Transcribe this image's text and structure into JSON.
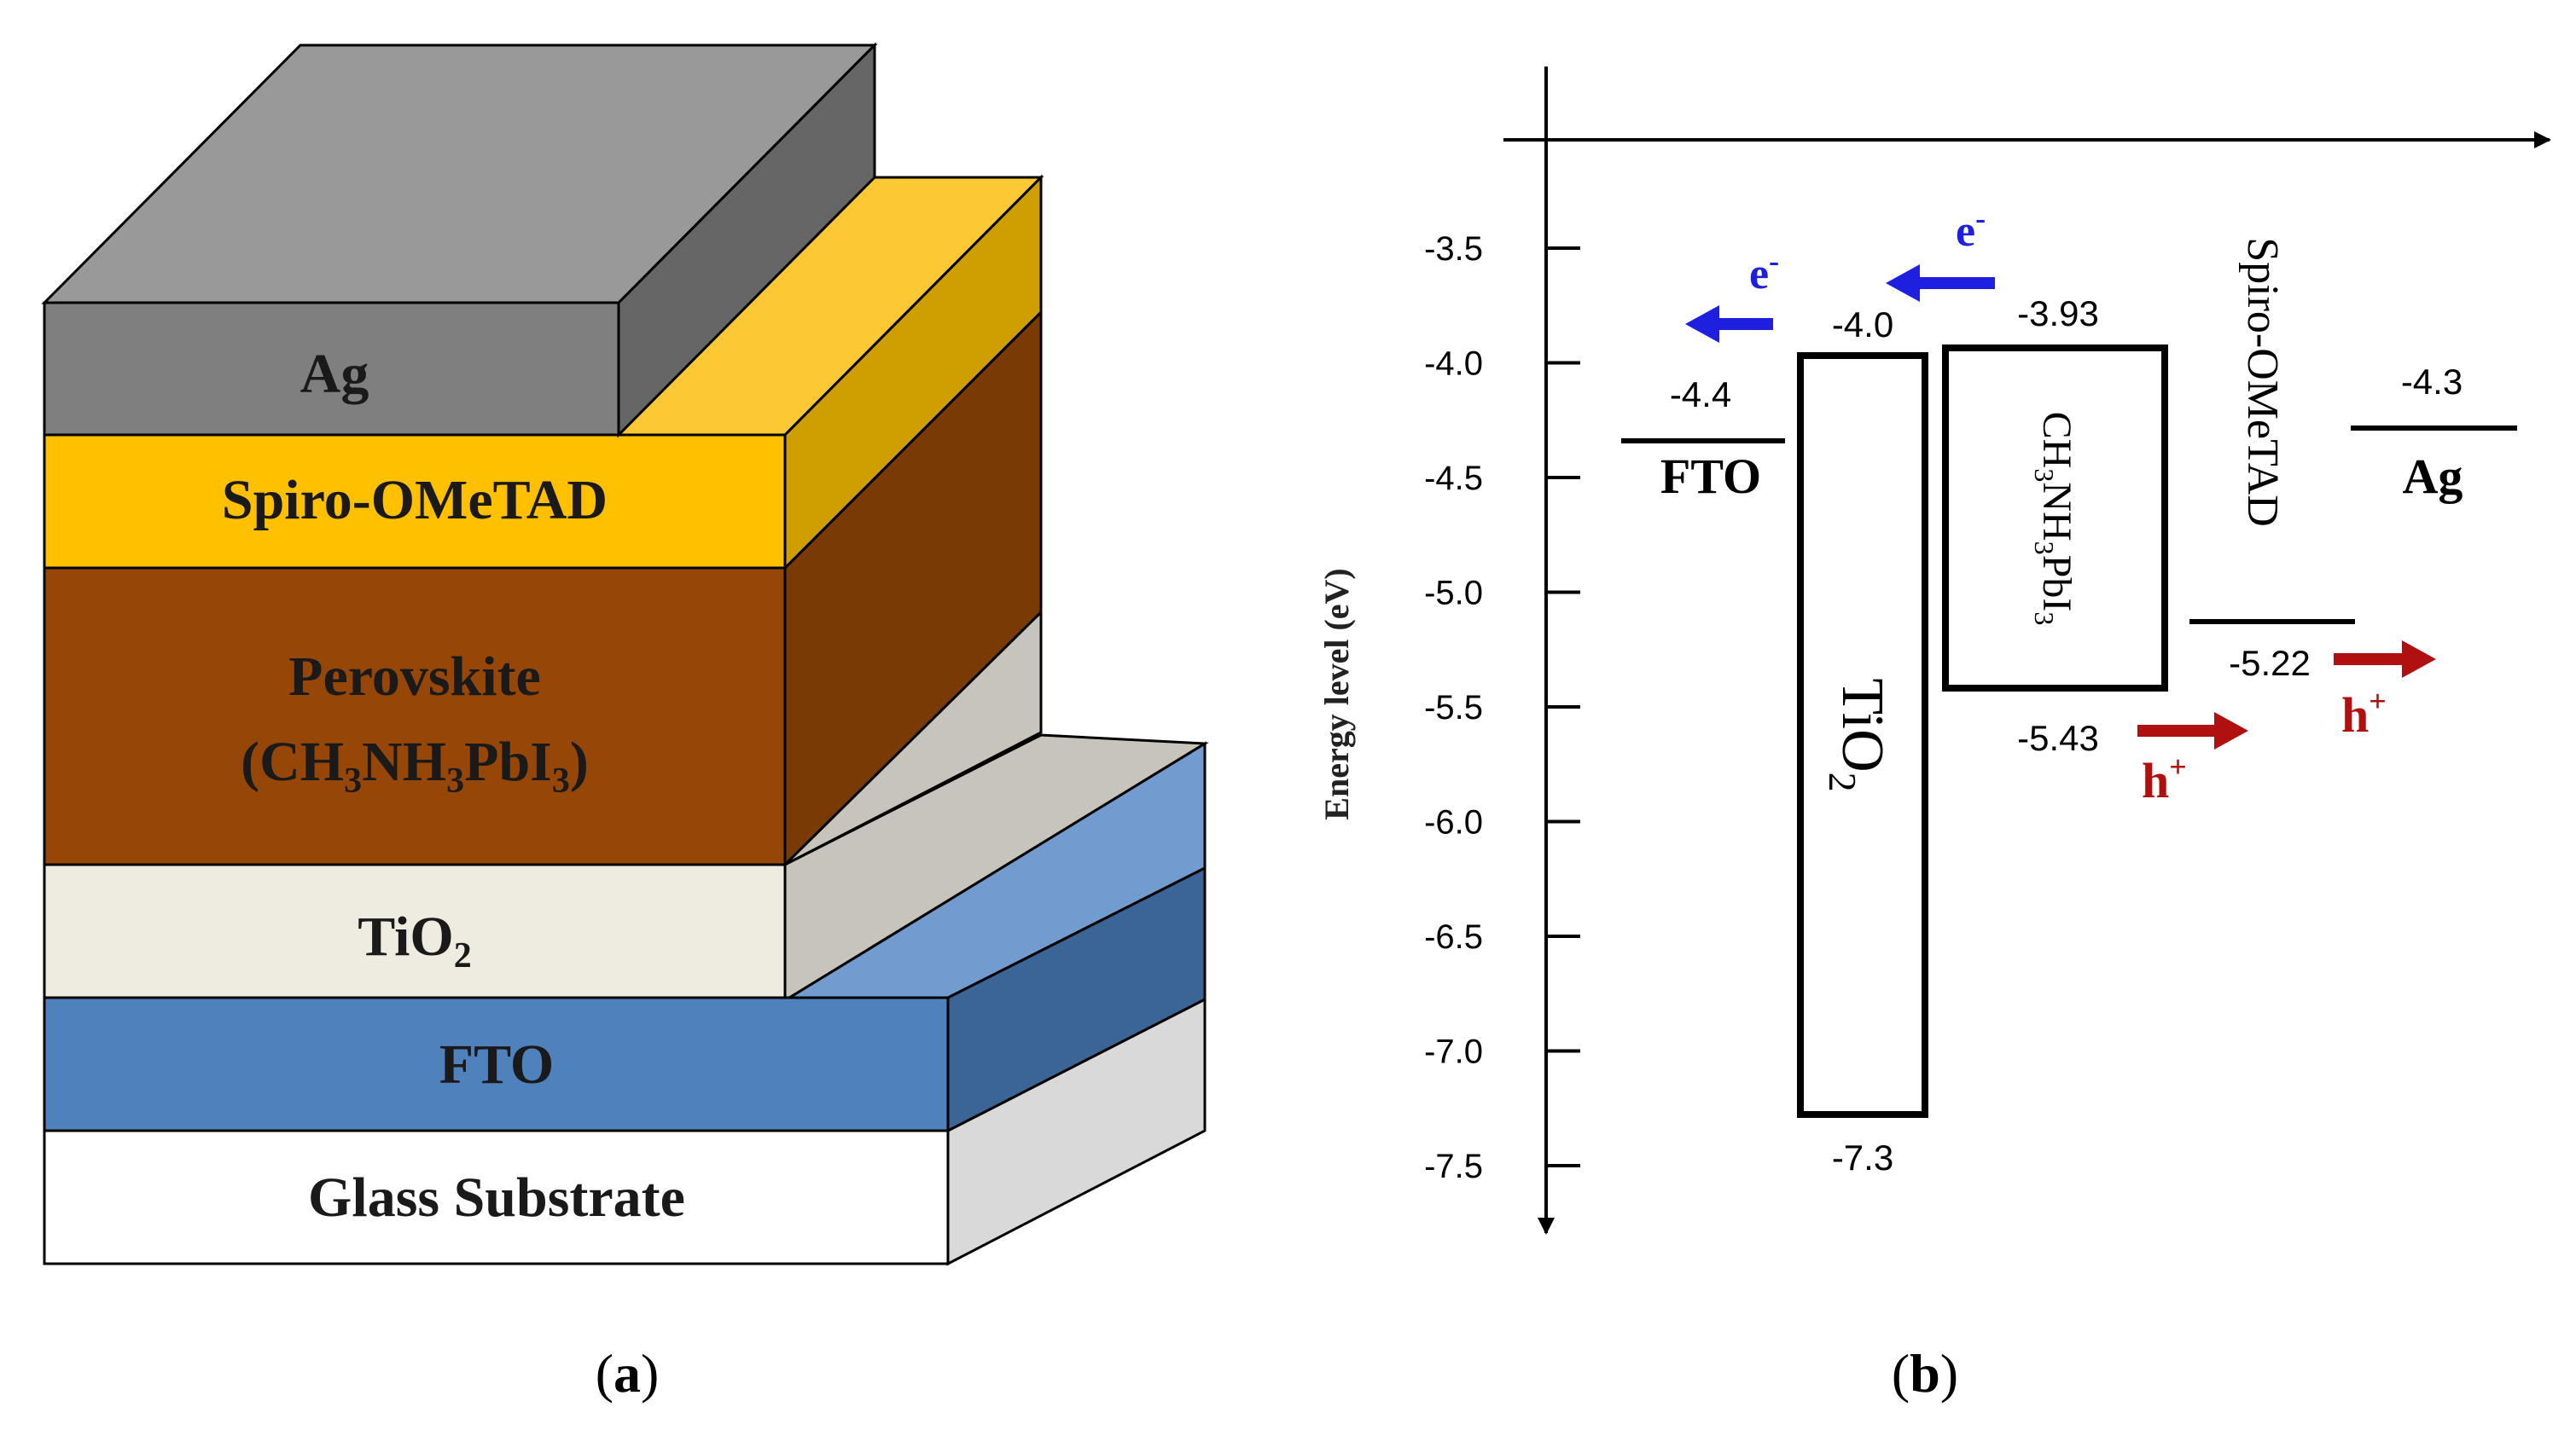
{
  "panel_a": {
    "caption_open": "(",
    "caption_letter": "a",
    "caption_close": ")",
    "layers": {
      "ag": "Ag",
      "spiro": "Spiro-OMeTAD",
      "perovskite_line1": "Perovskite",
      "perovskite_line2": {
        "p1": "(CH",
        "s1": "3",
        "p2": "NH",
        "s2": "3",
        "p3": "PbI",
        "s3": "3",
        "p4": ")"
      },
      "tio2": {
        "base": "TiO",
        "sub": "2"
      },
      "fto": "FTO",
      "glass": "Glass Substrate"
    },
    "colors": {
      "ag_front": "#7f7f7f",
      "ag_top": "#999999",
      "ag_side": "#666666",
      "spiro_front": "#ffc000",
      "spiro_top": "#fcc934",
      "spiro_side": "#cf9e00",
      "perovskite_front": "#964707",
      "perovskite_side": "#7a3a06",
      "tio2_front": "#eeece1",
      "tio2_side": "#c6c4bb",
      "fto_front": "#4f81bd",
      "fto_top": "#729ccf",
      "fto_side": "#3b6596",
      "glass_front": "#ffffff",
      "glass_side": "#d9d9d9"
    }
  },
  "panel_b": {
    "caption_open": "(",
    "caption_letter": "b",
    "caption_close": ")",
    "y_axis_label": "Energy level (eV)",
    "y_ticks": [
      "-3.5",
      "-4.0",
      "-4.5",
      "-5.0",
      "-5.5",
      "-6.0",
      "-6.5",
      "-7.0",
      "-7.5"
    ],
    "fto": {
      "label": "FTO",
      "value": "-4.4"
    },
    "tio2": {
      "label_base": "TiO",
      "label_sub": "2",
      "cb": "-4.0",
      "vb": "-7.3"
    },
    "perovskite": {
      "label": {
        "p1": "CH",
        "s1": "3",
        "p2": "NH",
        "s2": "3",
        "p3": "PbI",
        "s3": "3"
      },
      "cb": "-3.93",
      "vb": "-5.43"
    },
    "spiro": {
      "label": "Spiro-OMeTAD",
      "value": "-5.22"
    },
    "ag": {
      "label": "Ag",
      "value": "-4.3"
    },
    "electron": {
      "base": "e",
      "sup": "-"
    },
    "hole": {
      "base": "h",
      "sup": "+"
    },
    "colors": {
      "electron": "#1f1fe0",
      "hole": "#b01010",
      "axis": "#000000"
    }
  }
}
